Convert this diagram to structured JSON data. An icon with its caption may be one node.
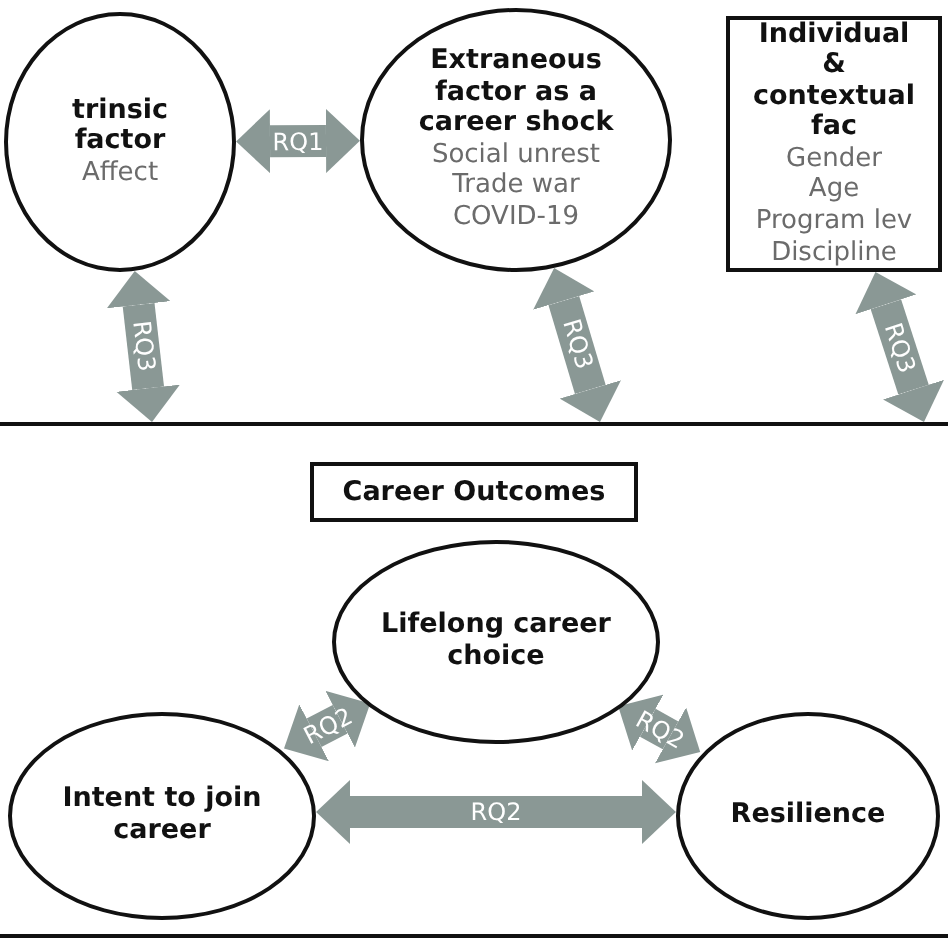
{
  "diagram": {
    "nodes": [
      {
        "text": [
          "trinsic factor",
          "Affect"
        ]
      },
      {
        "text": [
          "Extraneous factor as a career shock",
          "Social unrest",
          "Trade war",
          "COVID-19"
        ]
      },
      {
        "text": [
          "Individual & contextual fac",
          "Gender",
          "Age",
          "Program lev",
          "Discipline"
        ]
      },
      {
        "text": [
          "Career Outcomes"
        ]
      },
      {
        "text": [
          "Lifelong career choice"
        ],
        "in": 3
      },
      {
        "text": [
          "Intent to join career"
        ],
        "in": 3
      },
      {
        "text": [
          "Resilience"
        ],
        "in": 3
      }
    ],
    "edges": [
      {
        "from": 0,
        "to": 1,
        "arrow": "both",
        "label": "RQ1"
      },
      {
        "from": 0,
        "to": 3,
        "arrow": "both",
        "label": "RQ3"
      },
      {
        "from": 1,
        "to": 3,
        "arrow": "both",
        "label": "RQ3"
      },
      {
        "from": 2,
        "to": 3,
        "arrow": "both",
        "label": "RQ3"
      },
      {
        "from": 5,
        "to": 4,
        "arrow": "both",
        "label": "RQ2"
      },
      {
        "from": 4,
        "to": 6,
        "arrow": "both",
        "label": "RQ2"
      },
      {
        "from": 5,
        "to": 6,
        "arrow": "both",
        "label": "RQ2"
      }
    ]
  }
}
